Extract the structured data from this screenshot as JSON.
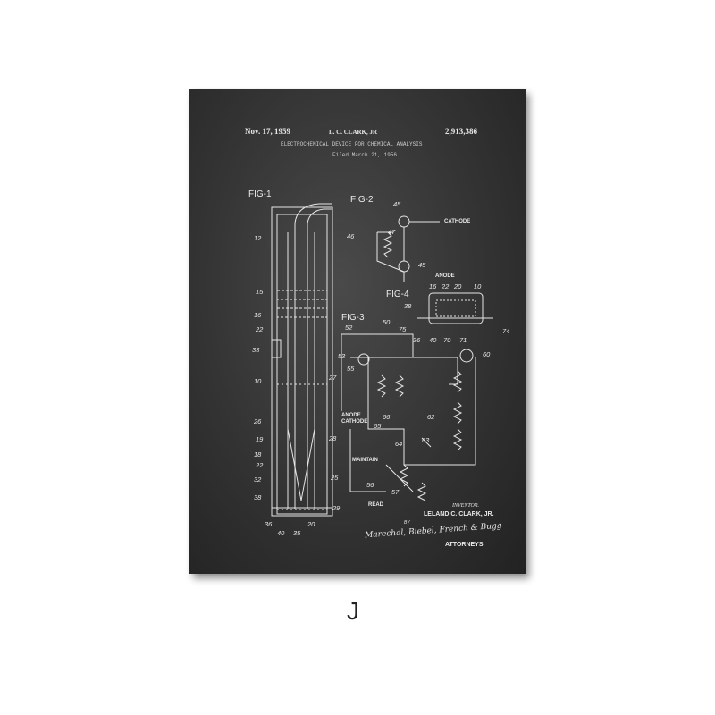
{
  "header": {
    "date": "Nov. 17, 1959",
    "inventor_short": "L. C. CLARK, JR",
    "patent_number": "2,913,386",
    "title": "ELECTROCHEMICAL DEVICE FOR CHEMICAL ANALYSIS",
    "filed": "Filed March 21, 1956"
  },
  "figures": [
    "FIG-1",
    "FIG-2",
    "FIG-3",
    "FIG-4"
  ],
  "labels": {
    "cathode": "CATHODE",
    "anode": "ANODE",
    "anode_cathode": "ANODE\nCATHODE",
    "maintain": "MAINTAIN",
    "read": "READ"
  },
  "numbers": [
    "12",
    "15",
    "16",
    "22",
    "33",
    "10",
    "26",
    "19",
    "18",
    "22",
    "32",
    "38",
    "36",
    "40",
    "35",
    "20",
    "29",
    "25",
    "28",
    "27",
    "45",
    "46",
    "47",
    "45",
    "16",
    "22",
    "20",
    "10",
    "38",
    "75",
    "74",
    "36",
    "40",
    "70",
    "71",
    "52",
    "50",
    "53",
    "55",
    "60",
    "65",
    "66",
    "62",
    "64",
    "63",
    "56",
    "57"
  ],
  "footer": {
    "inventor_label": "INVENTOR.",
    "inventor": "LELAND C. CLARK, JR.",
    "by": "BY",
    "signature": "Marechal, Biebel, French & Bugg",
    "attorneys": "ATTORNEYS"
  },
  "variant_letter": "J"
}
